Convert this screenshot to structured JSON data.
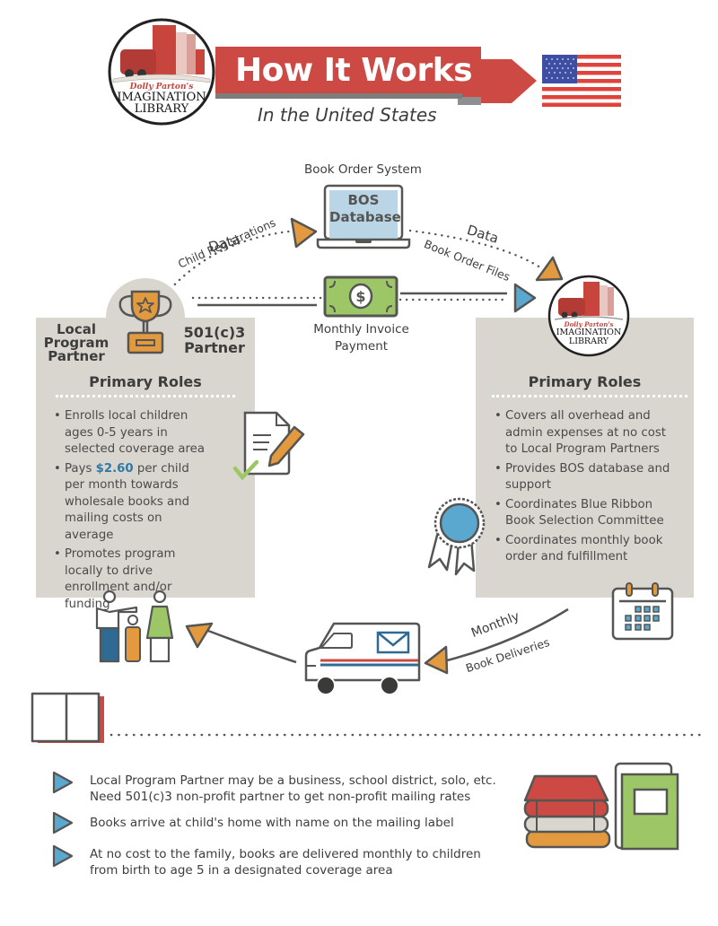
{
  "header": {
    "title": "How It Works",
    "subtitle": "In the United States",
    "logo": {
      "line1": "Dolly Parton's",
      "line2": "IMAGINATION",
      "line3": "LIBRARY"
    },
    "flag_icon": "us-flag-icon",
    "colors": {
      "banner_red": "#cc4a43",
      "banner_shadow": "#8f8f8f"
    }
  },
  "flow": {
    "bos": {
      "caption": "Book Order System",
      "screen_line1": "BOS",
      "screen_line2": "Database"
    },
    "left_arc": {
      "label_top": "Data",
      "label_bottom": "Child Registrations"
    },
    "right_arc": {
      "label_top": "Data",
      "label_bottom": "Book Order Files"
    },
    "payment": {
      "line1": "Monthly Invoice",
      "line2": "Payment"
    },
    "delivery": {
      "label_top": "Monthly",
      "label_bottom": "Book Deliveries"
    }
  },
  "local_partner": {
    "left_label": [
      "Local",
      "Program",
      "Partner"
    ],
    "right_label": [
      "501(c)3",
      "Partner"
    ],
    "roles_title": "Primary Roles",
    "roles": [
      {
        "text": "Enrolls local children ages 0-5 years in selected coverage area"
      },
      {
        "pre": "Pays ",
        "highlight": "$2.60",
        "post": " per child per month towards wholesale books and mailing costs on average"
      },
      {
        "text": "Promotes program locally to drive enrollment and/or funding"
      }
    ]
  },
  "imagination_library": {
    "roles_title": "Primary Roles",
    "roles": [
      "Covers all overhead and admin expenses at no cost to Local Program Partners",
      "Provides BOS database and support",
      "Coordinates Blue Ribbon Book Selection Committee",
      "Coordinates monthly book order and fulfillment"
    ]
  },
  "notes": [
    {
      "line1": "Local Program Partner may be a business, school district, solo, etc.",
      "line2": "Need 501(c)3 non-profit partner to get non-profit mailing rates"
    },
    {
      "line1": "Books arrive at child's home with name on the mailing label",
      "line2": ""
    },
    {
      "line1": "At no cost to the family, books are delivered monthly to children",
      "line2": "from birth to age 5 in a designated coverage area"
    }
  ],
  "colors": {
    "orange": "#e39a3f",
    "blue": "#5aa7d0",
    "green": "#9dc766",
    "red": "#cc4a43",
    "panel": "#d9d6d0",
    "stroke": "#555553",
    "highlight": "#2e7aa6"
  }
}
